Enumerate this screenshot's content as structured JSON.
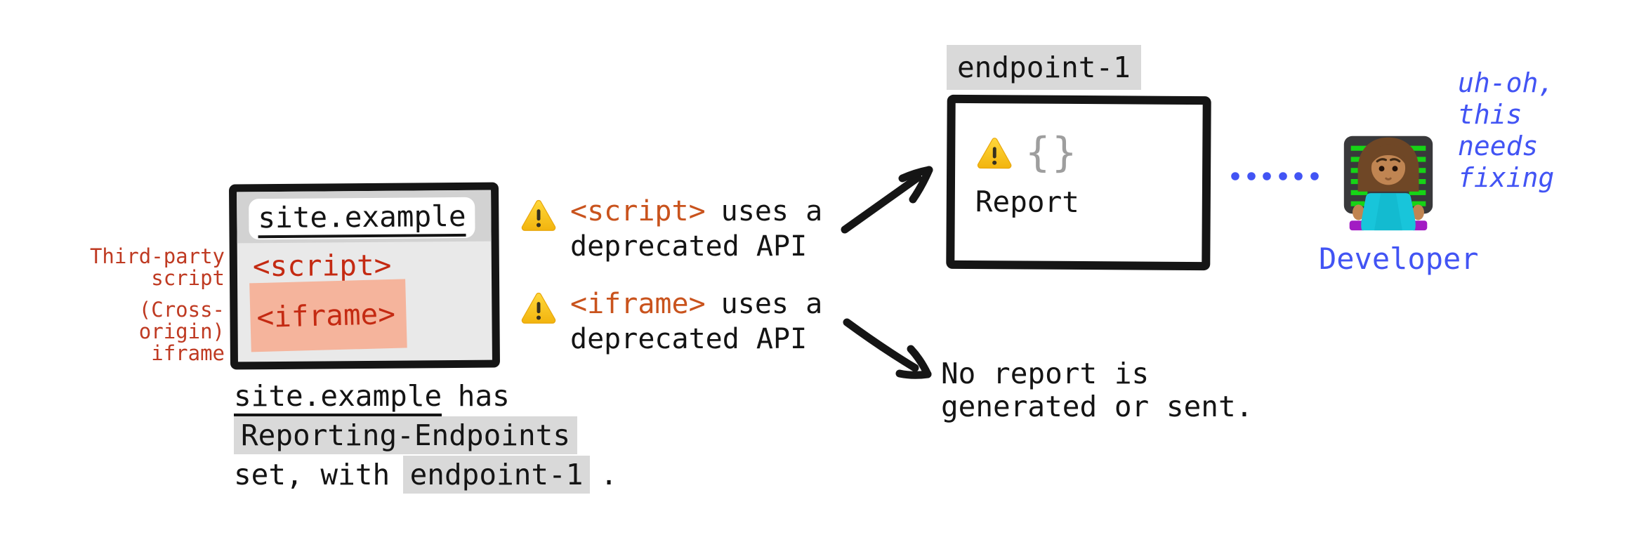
{
  "colors": {
    "accent_blue": "#4254f4",
    "window_tag_red": "#c42a12",
    "mention_tag_orange": "#c9531d",
    "side_label_red": "#bf3a22",
    "chip_background": "#d9d9d9",
    "iframe_highlight": "#f5b49c",
    "window_body_gray": "#e9e9e9",
    "address_bar_gray": "#d2d2d2",
    "brace_gray": "#9e9e9e",
    "ink_black": "#151515",
    "warning_yellow": "#f8c018"
  },
  "side_labels": {
    "third_party_line1": "Third-party",
    "third_party_line2": "script",
    "cross_origin_line1": "(Cross-origin)",
    "cross_origin_line2": "iframe"
  },
  "browser_window": {
    "url": "site.example",
    "script_tag": "<script>",
    "iframe_tag": "<iframe>"
  },
  "events": {
    "script_event": {
      "tag": "<script>",
      "rest": "uses a",
      "line2": "deprecated API"
    },
    "iframe_event": {
      "tag": "<iframe>",
      "rest": "uses a",
      "line2": "deprecated API"
    }
  },
  "endpoint": {
    "name": "endpoint-1",
    "braces": "{}",
    "report_label": "Report"
  },
  "no_report": {
    "line1": "No report is",
    "line2": "generated or sent."
  },
  "developer": {
    "label": "Developer",
    "thought_line1": "uh-oh,",
    "thought_line2": "this",
    "thought_line3": "needs",
    "thought_line4": "fixing"
  },
  "caption": {
    "site": "site.example",
    "suffix": "has",
    "header": "Reporting-Endpoints",
    "prefix": "set, with",
    "endpoint": "endpoint-1",
    "period": "."
  },
  "icons": {
    "warning": "warning-triangle",
    "developer": "woman-technologist"
  }
}
